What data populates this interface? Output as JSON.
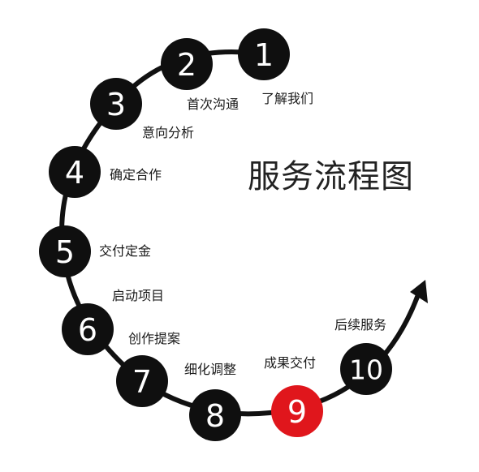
{
  "title": "服务流程图",
  "colors": {
    "node": "#0f0f0f",
    "highlight": "#e0161c",
    "arc": "#111111",
    "number": "#ffffff"
  },
  "steps": [
    {
      "number": "1",
      "label": "了解我们"
    },
    {
      "number": "2",
      "label": "首次沟通"
    },
    {
      "number": "3",
      "label": "意向分析"
    },
    {
      "number": "4",
      "label": "确定合作"
    },
    {
      "number": "5",
      "label": "交付定金"
    },
    {
      "number": "6",
      "label": "启动项目"
    },
    {
      "number": "7",
      "label": "创作提案"
    },
    {
      "number": "8",
      "label": "细化调整"
    },
    {
      "number": "9",
      "label": "成果交付",
      "highlight": true
    },
    {
      "number": "10",
      "label": "后续服务"
    }
  ]
}
